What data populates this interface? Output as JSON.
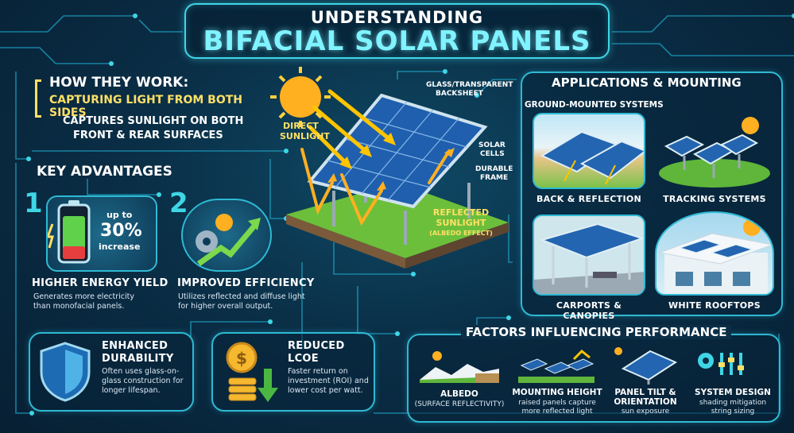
{
  "title": {
    "line1": "UNDERSTANDING",
    "line2": "BIFACIAL SOLAR PANELS"
  },
  "how_they_work": {
    "heading": "HOW THEY WORK:",
    "subheading": "CAPTURING LIGHT FROM BOTH SIDES",
    "desc_line1": "CAPTURES SUNLIGHT ON BOTH",
    "desc_line2": "FRONT & REAR SURFACES"
  },
  "diagram": {
    "glass_line1": "GLASS/TRANSPARENT",
    "glass_line2": "BACKSHEET",
    "direct_line1": "DIRECT",
    "direct_line2": "SUNLIGHT",
    "cells_line1": "SOLAR",
    "cells_line2": "CELLS",
    "frame_line1": "DURABLE",
    "frame_line2": "FRAME",
    "reflected_line1": "REFLECTED",
    "reflected_line2": "SUNLIGHT",
    "reflected_line3": "(ALBEDO EFFECT)"
  },
  "key_advantages": {
    "heading": "KEY ADVANTAGES",
    "items": [
      {
        "number": "1",
        "badge_line1": "up to",
        "badge_line2": "30%",
        "badge_line3": "increase",
        "title": "HIGHER ENERGY YIELD",
        "desc_line1": "Generates more electricity",
        "desc_line2": "than monofacial panels."
      },
      {
        "number": "2",
        "title": "IMPROVED EFFICIENCY",
        "desc_line1": "Utilizes reflected and diffuse light",
        "desc_line2": "for higher overall output."
      },
      {
        "title_line1": "ENHANCED",
        "title_line2": "DURABILITY",
        "desc_line1": "Often uses glass-on-",
        "desc_line2": "glass construction for",
        "desc_line3": "longer lifespan."
      },
      {
        "title_line1": "REDUCED",
        "title_line2": "LCOE",
        "desc_line1": "Faster return on",
        "desc_line2": "investment (ROI) and",
        "desc_line3": "lower cost per watt."
      }
    ]
  },
  "applications": {
    "heading": "APPLICATIONS & MOUNTING",
    "ground_heading": "GROUND-MOUNTED SYSTEMS",
    "tiles": [
      {
        "label": "BACK & REFLECTION"
      },
      {
        "label": "TRACKING SYSTEMS"
      },
      {
        "label": "CARPORTS & CANOPIES"
      },
      {
        "label": "WHITE ROOFTOPS"
      }
    ]
  },
  "factors": {
    "heading": "FACTORS INFLUENCING PERFORMANCE",
    "items": [
      {
        "title_line1": "ALBEDO",
        "title_line2": "",
        "desc_line1": "(SURFACE REFLECTIVITY)",
        "desc_line2": ""
      },
      {
        "title_line1": "MOUNTING HEIGHT",
        "title_line2": "",
        "desc_line1": "raised panels capture",
        "desc_line2": "more reflected light"
      },
      {
        "title_line1": "PANEL TILT &",
        "title_line2": "ORIENTATION",
        "desc_line1": "sun exposure",
        "desc_line2": ""
      },
      {
        "title_line1": "SYSTEM DESIGN",
        "title_line2": "",
        "desc_line1": "shading mitigation",
        "desc_line2": "string sizing"
      }
    ]
  },
  "colors": {
    "background": "#0a2f47",
    "accent_cyan": "#3fd6e6",
    "accent_yellow": "#ffe066",
    "sun": "#ffb020",
    "panel_blue": "#1f5fae",
    "grass": "#6cbf3a"
  },
  "icons": [
    "sun-icon",
    "battery-icon",
    "gear-icon",
    "shield-icon",
    "coin-icon",
    "trend-arrow-icon",
    "solar-panel-icon"
  ]
}
